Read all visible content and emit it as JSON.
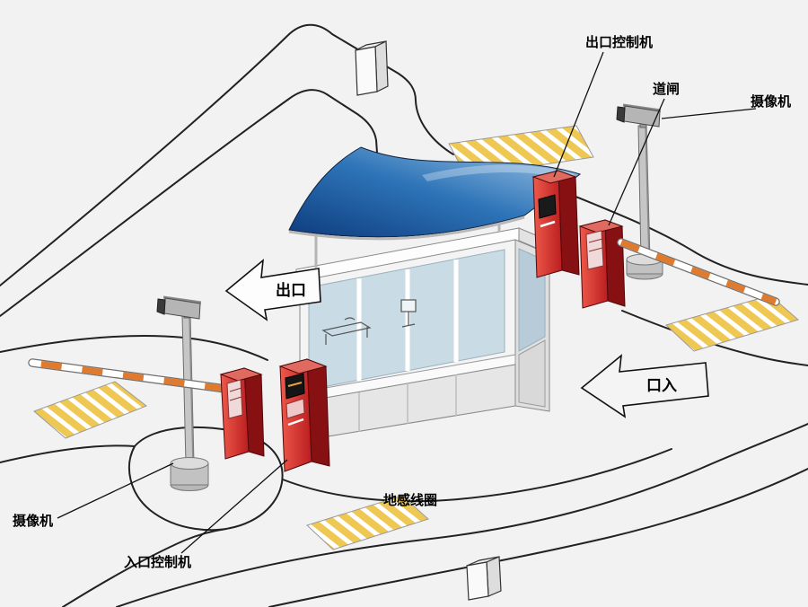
{
  "diagram": {
    "background_color": "#f2f2f2",
    "labels": {
      "exit_controller": "出口控制机",
      "barrier_gate": "道闸",
      "camera_right": "摄像机",
      "camera_left": "摄像机",
      "entrance_controller": "入口控制机",
      "ground_coil": "地感线圈"
    },
    "road_markings": {
      "exit_arrow": "出口",
      "entrance_arrow": "口入"
    },
    "colors": {
      "canopy_blue_dark": "#0d3d7e",
      "canopy_blue_light": "#a6cbe8",
      "machine_red": "#cc2127",
      "machine_red_dark": "#871013",
      "coil_stripe_yellow": "#efc854",
      "barrier_arm_orange": "#e07a2e",
      "pole_gray": "#c6c6c6",
      "glass_blue_gray": "#c9dbe4",
      "outline_black": "#222222"
    }
  }
}
